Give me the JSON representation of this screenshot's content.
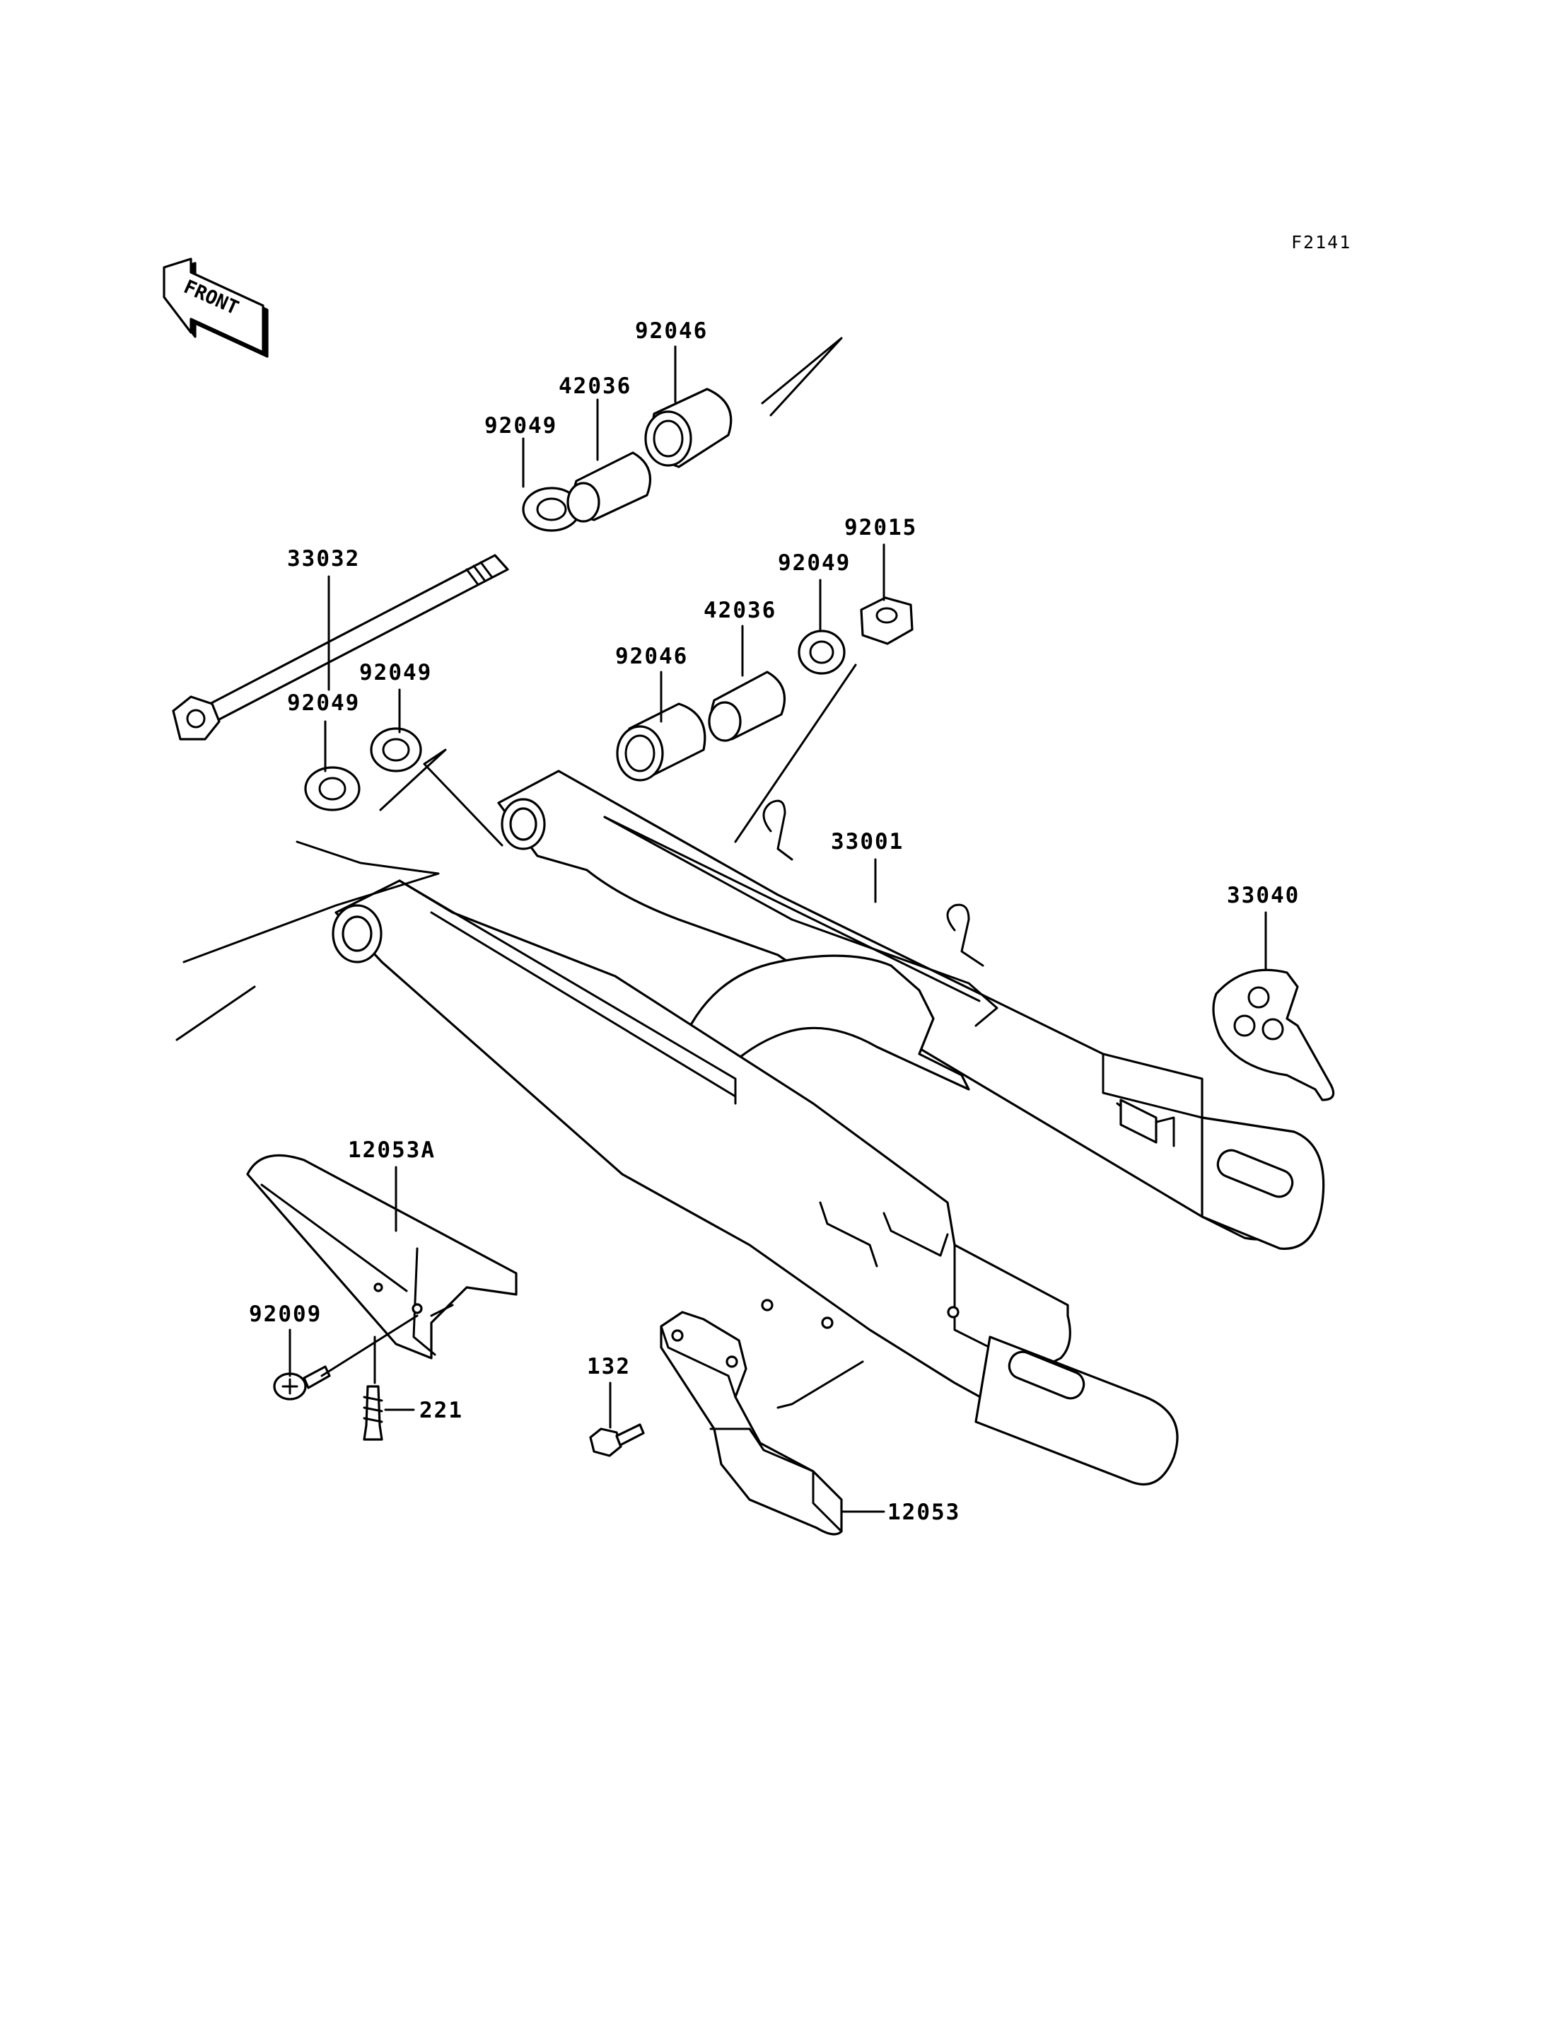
{
  "figure_id": "F2141",
  "front_marker": "FRONT",
  "parts": [
    {
      "id": "p92046a",
      "number": "92046"
    },
    {
      "id": "p42036a",
      "number": "42036"
    },
    {
      "id": "p92049a",
      "number": "92049"
    },
    {
      "id": "p92015",
      "number": "92015"
    },
    {
      "id": "p92049b",
      "number": "92049"
    },
    {
      "id": "p42036b",
      "number": "42036"
    },
    {
      "id": "p33032",
      "number": "33032"
    },
    {
      "id": "p92046b",
      "number": "92046"
    },
    {
      "id": "p92049c",
      "number": "92049"
    },
    {
      "id": "p92049d",
      "number": "92049"
    },
    {
      "id": "p33001",
      "number": "33001"
    },
    {
      "id": "p33040",
      "number": "33040"
    },
    {
      "id": "p12053A",
      "number": "12053A"
    },
    {
      "id": "p92009",
      "number": "92009"
    },
    {
      "id": "p221",
      "number": "221"
    },
    {
      "id": "p132",
      "number": "132"
    },
    {
      "id": "p12053",
      "number": "12053"
    }
  ]
}
